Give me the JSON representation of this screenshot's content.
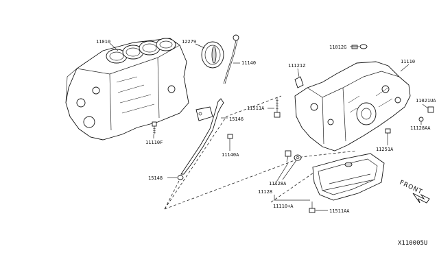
{
  "diagram": {
    "labels": {
      "p11010": "11010",
      "p12279": "12279",
      "p11140": "11140",
      "p11110F": "11110F",
      "p15146": "15146",
      "p11140A": "11140A",
      "p15148": "15148",
      "p11121Z": "11121Z",
      "p11012G": "11012G",
      "p11110": "11110",
      "p11511A": "11511A",
      "p11021UA": "11021UA",
      "p11128AA": "11128AA",
      "p11251A": "11251A",
      "p11128A": "11128A",
      "p11128": "11128",
      "p11110A": "11110+A",
      "p11511AA": "11511AA"
    },
    "front_label": "FRONT",
    "diagram_code": "X110005U"
  }
}
